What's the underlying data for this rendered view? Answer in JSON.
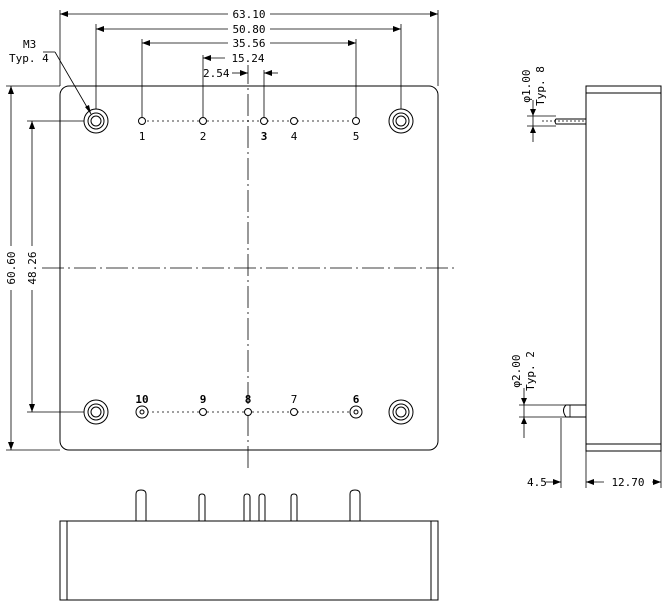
{
  "top_view": {
    "dimensions": {
      "overall_width": "63.10",
      "pin_span_outer": "50.80",
      "pin_span_inner": "35.56",
      "pin_center_offset": "15.24",
      "pin_pitch_small": "2.54",
      "overall_height": "60.60",
      "mount_hole_spacing": "48.26"
    },
    "mount_note": {
      "thread": "M3",
      "qty": "Typ. 4"
    },
    "top_pins": [
      "1",
      "2",
      "3",
      "4",
      "5"
    ],
    "bottom_pins": [
      "10",
      "9",
      "8",
      "7",
      "6"
    ]
  },
  "side_view": {
    "small_pin": {
      "diameter": "φ1.00",
      "qty": "Typ. 8"
    },
    "large_pin": {
      "diameter": "φ2.00",
      "qty": "Typ. 2"
    },
    "pin_length": "4.5",
    "body_thickness": "12.70"
  }
}
